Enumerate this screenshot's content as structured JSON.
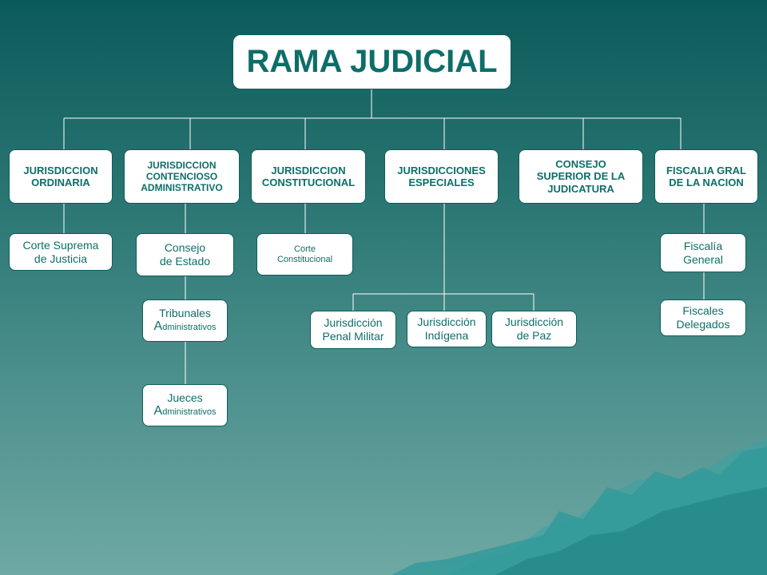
{
  "title": "RAMA JUDICIAL",
  "branches": [
    {
      "label": "JURISDICCION\nORDINARIA"
    },
    {
      "label": "JURISDICCION\nCONTENCIOSO\nADMINISTRATIVO"
    },
    {
      "label": "JURISDICCION\nCONSTITUCIONAL"
    },
    {
      "label": "JURISDICCIONES\nESPECIALES"
    },
    {
      "label": "CONSEJO\nSUPERIOR DE LA\nJUDICATURA"
    },
    {
      "label": "FISCALIA GRAL\nDE LA NACION"
    }
  ],
  "nodes": {
    "corte_suprema": "Corte Suprema\nde Justicia",
    "consejo_estado": "Consejo\nde Estado",
    "tribunales": {
      "initial": "T",
      "line1": "Tribunales",
      "initial2": "A",
      "rest2": "dministrativos"
    },
    "jueces": {
      "line1": "Jueces",
      "initial2": "A",
      "rest2": "dministrativos"
    },
    "corte_constitucional": "Corte\nConstitucional",
    "penal_militar": "Jurisdicción\nPenal Militar",
    "indigena": "Jurisdicción\nIndígena",
    "paz": "Jurisdicción\nde Paz",
    "fiscalia_general": "Fiscalía\nGeneral",
    "fiscales_delegados": "Fiscales\nDelegados"
  },
  "colors": {
    "box_fill": "#ffffff",
    "box_text": "#0d6e68",
    "line": "#ffffff",
    "background_top": "#0b5a5a",
    "background_bottom": "#6fa9a4",
    "mountain": "#2f9a9a"
  }
}
